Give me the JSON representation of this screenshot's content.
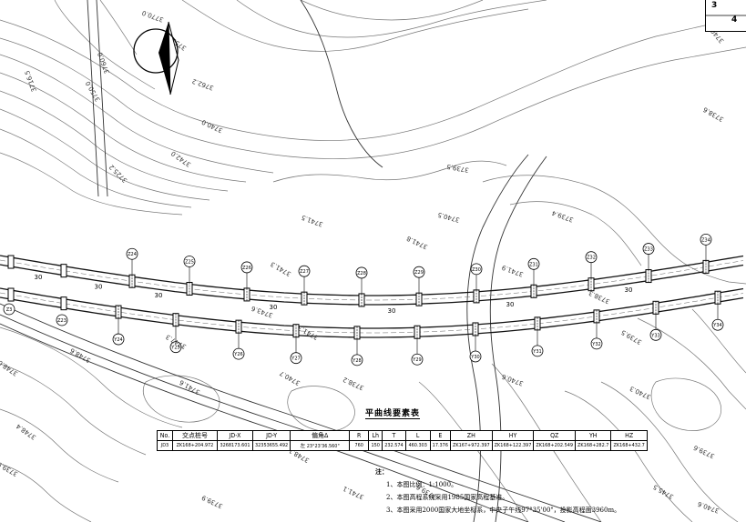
{
  "sheet": {
    "current": "3",
    "total": "4"
  },
  "contours": [
    {
      "text": "3770.0"
    },
    {
      "text": "3760.0"
    },
    {
      "text": "3750.0"
    },
    {
      "text": "3753.0"
    },
    {
      "text": "3762.2"
    },
    {
      "text": "3740.0"
    },
    {
      "text": "3742.0"
    },
    {
      "text": "3725.2"
    },
    {
      "text": "3716.5"
    },
    {
      "text": "3740.4"
    },
    {
      "text": "3738.6"
    },
    {
      "text": "3739.5"
    },
    {
      "text": "3740.5"
    },
    {
      "text": "3739.4"
    },
    {
      "text": "3741.5"
    },
    {
      "text": "3741.8"
    },
    {
      "text": "3741.3"
    },
    {
      "text": "3741.9"
    },
    {
      "text": "3743.6"
    },
    {
      "text": "3741.3"
    },
    {
      "text": "3738.3"
    },
    {
      "text": "3748.0"
    },
    {
      "text": "3748.6"
    },
    {
      "text": "3747.3"
    },
    {
      "text": "3748.4"
    },
    {
      "text": "3740.7"
    },
    {
      "text": "3740.6"
    },
    {
      "text": "3738.2"
    },
    {
      "text": "3741.6"
    },
    {
      "text": "3740.3"
    },
    {
      "text": "3739.5"
    },
    {
      "text": "3739.9"
    },
    {
      "text": "3739.9"
    },
    {
      "text": "3748.1"
    },
    {
      "text": "3741.1"
    },
    {
      "text": "3739.6"
    },
    {
      "text": "3739.6"
    },
    {
      "text": "3745.5"
    },
    {
      "text": "3740.6"
    }
  ],
  "towers": {
    "upper": [
      {
        "label": "Z24"
      },
      {
        "label": "Z25"
      },
      {
        "label": "Z26"
      },
      {
        "label": "Z27"
      },
      {
        "label": "Z28"
      },
      {
        "label": "Z29"
      },
      {
        "label": "Z30"
      },
      {
        "label": "Z31"
      },
      {
        "label": "Z32"
      },
      {
        "label": "Z33"
      },
      {
        "label": "Z34"
      }
    ],
    "lower": [
      {
        "label": "Y24"
      },
      {
        "label": "Y25"
      },
      {
        "label": "Y26"
      },
      {
        "label": "Y27"
      },
      {
        "label": "Y28"
      },
      {
        "label": "Y29"
      },
      {
        "label": "Y30"
      },
      {
        "label": "Y31"
      },
      {
        "label": "Y32"
      },
      {
        "label": "Y33"
      },
      {
        "label": "Y34"
      }
    ],
    "other": [
      {
        "label": "Z3"
      },
      {
        "label": "Z23"
      }
    ]
  },
  "span_labels": [
    "30",
    "30",
    "30",
    "30",
    "30",
    "30",
    "30"
  ],
  "element_table": {
    "title": "平曲线要素表",
    "headers": [
      "No.",
      "交点桩号",
      "JD-X",
      "JD-Y",
      "偏角Δ",
      "R",
      "Lh",
      "T",
      "L",
      "E",
      "ZH",
      "HY",
      "QZ",
      "YH",
      "HZ"
    ],
    "row": [
      "JD3",
      "ZK168+204.972",
      "3268173.601",
      "32353655.492",
      "左 23°23'36.560\"",
      "760",
      "150",
      "232.574",
      "460.303",
      "17.376",
      "ZK167+972.397",
      "ZK168+122.397",
      "ZK168+202.549",
      "ZK168+282.7",
      "ZK168+432.7"
    ]
  },
  "notes": {
    "title": "注：",
    "items": [
      "1、本图比例：1:1000。",
      "2、本图高程系统采用1985国家高程基准。",
      "3、本图采用2000国家大地坐标系，中央子午线97°35'00\"，投影高程面3960m。"
    ]
  }
}
